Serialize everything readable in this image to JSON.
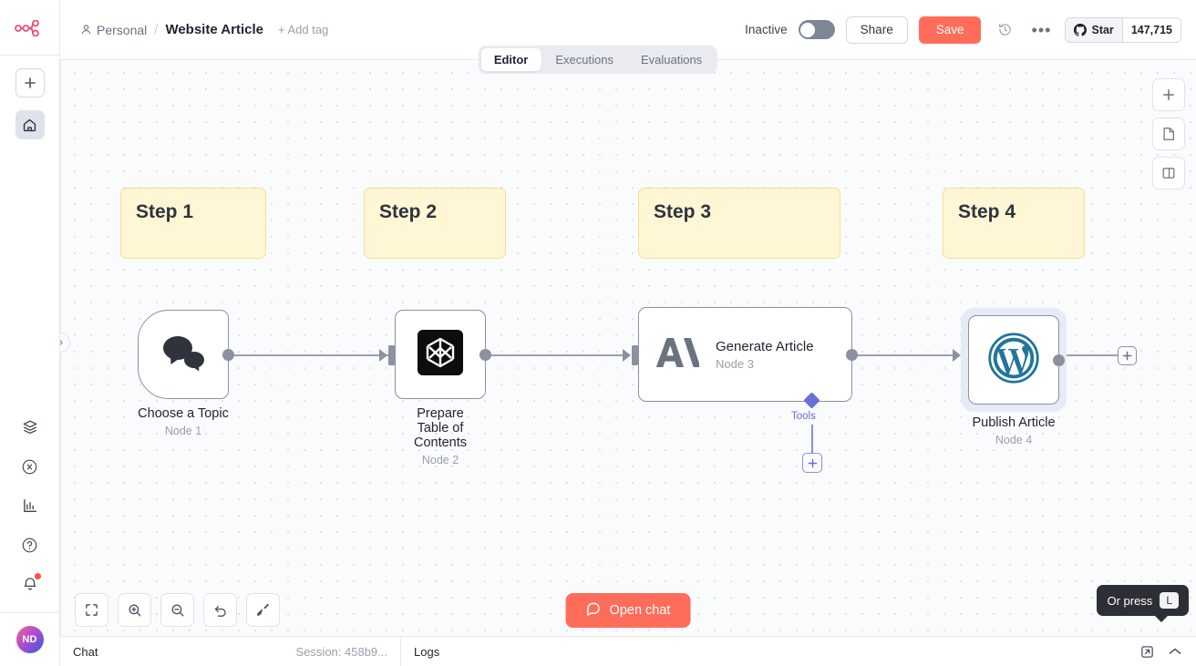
{
  "app": {
    "logo": "n8n-logo"
  },
  "sidebar": {
    "top": [
      {
        "name": "add-workflow-button",
        "icon": "plus-icon"
      },
      {
        "name": "sidebar-item-home",
        "icon": "home-icon",
        "active": true
      }
    ],
    "bottom": [
      {
        "name": "sidebar-item-templates",
        "icon": "box-icon"
      },
      {
        "name": "sidebar-item-variables",
        "icon": "variable-icon"
      },
      {
        "name": "sidebar-item-insights",
        "icon": "bar-chart-icon"
      },
      {
        "name": "sidebar-item-help",
        "icon": "question-circle-icon"
      },
      {
        "name": "sidebar-item-notifications",
        "icon": "bell-icon",
        "badge": true
      }
    ],
    "avatar_initials": "ND"
  },
  "header": {
    "breadcrumb_project": "Personal",
    "breadcrumb_separator": "/",
    "workflow_title": "Website Article",
    "add_tag_label": "+ Add tag",
    "active_state_label": "Inactive",
    "active_toggle_on": false,
    "share_label": "Share",
    "save_label": "Save",
    "history_icon": "clock-rewind-icon",
    "more_icon": "ellipsis-icon",
    "github_star_label": "Star",
    "github_star_count": "147,715"
  },
  "tabs": [
    {
      "label": "Editor",
      "active": true
    },
    {
      "label": "Executions",
      "active": false
    },
    {
      "label": "Evaluations",
      "active": false
    }
  ],
  "canvas": {
    "collapse_handle_icon": "chevron-right-icon",
    "sticky_notes": [
      {
        "title": "Step 1"
      },
      {
        "title": "Step 2"
      },
      {
        "title": "Step 3"
      },
      {
        "title": "Step 4"
      }
    ],
    "nodes": [
      {
        "name": "Choose a Topic",
        "sub": "Node 1",
        "icon": "chat-bubbles-icon",
        "kind": "trigger"
      },
      {
        "name": "Prepare Table of Contents",
        "sub": "Node 2",
        "icon": "perplexity-icon",
        "kind": "action"
      },
      {
        "name": "Generate Article",
        "sub": "Node 3",
        "icon": "anthropic-icon",
        "kind": "agent"
      },
      {
        "name": "Publish Article",
        "sub": "Node 4",
        "icon": "wordpress-icon",
        "kind": "action",
        "selected": true
      }
    ],
    "tools_label": "Tools",
    "right_controls": [
      {
        "name": "canvas-add-node-button",
        "icon": "plus-icon"
      },
      {
        "name": "canvas-add-sticky-button",
        "icon": "sticky-note-icon"
      },
      {
        "name": "canvas-toggle-panel-button",
        "icon": "panel-icon"
      }
    ],
    "bottom_controls": [
      {
        "name": "zoom-to-fit-button",
        "icon": "fit-screen-icon"
      },
      {
        "name": "zoom-in-button",
        "icon": "zoom-in-icon"
      },
      {
        "name": "zoom-out-button",
        "icon": "zoom-out-icon"
      },
      {
        "name": "reset-zoom-button",
        "icon": "undo-icon"
      },
      {
        "name": "tidy-up-button",
        "icon": "broom-icon"
      }
    ],
    "open_chat_label": "Open chat",
    "tooltip_text": "Or press",
    "tooltip_key": "L"
  },
  "bottombar": {
    "chat_label": "Chat",
    "session_label": "Session: 458b9...",
    "logs_label": "Logs",
    "popout_icon": "pop-out-icon",
    "collapse_icon": "chevron-up-icon"
  },
  "colors": {
    "accent": "#ff6d5a",
    "sticky_bg": "#fef6d4",
    "sticky_border": "#f6e08f",
    "tools_purple": "#6b6fd4",
    "node_border": "#8b919e"
  }
}
